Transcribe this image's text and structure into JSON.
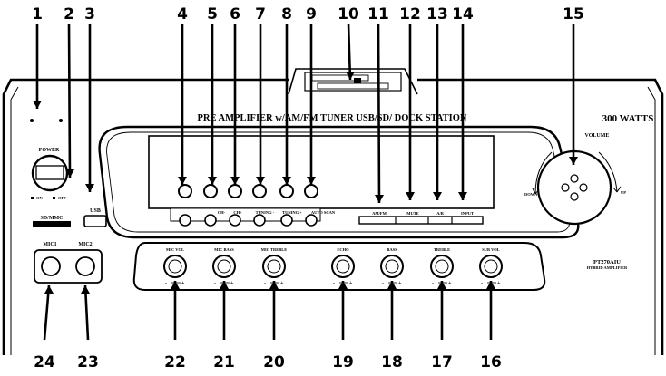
{
  "callouts": {
    "top": [
      "1",
      "2",
      "3",
      "4",
      "5",
      "6",
      "7",
      "8",
      "9",
      "10",
      "11",
      "12",
      "13",
      "14",
      "15"
    ],
    "bottom": [
      "24",
      "23",
      "22",
      "21",
      "20",
      "19",
      "18",
      "17",
      "16"
    ]
  },
  "panel": {
    "heading": "PRE AMPLIFIER w/AM/FM TUNER USB/SD/ DOCK STATION",
    "watts": "300 WATTS",
    "model": "PT270AIU",
    "model_sub": "HYBRID AMPLIFIER",
    "power_label": "POWER",
    "power_on": "ON",
    "power_off": "OFF",
    "sd_label": "SD/MMC",
    "usb_label": "USB",
    "volume_label": "VOLUME",
    "volume_down": "DOWN",
    "volume_up": "UP",
    "transport": [
      "CH-",
      "CH+",
      "TUNING -",
      "TUNING +",
      "AUTO SCAN"
    ],
    "function_buttons": [
      "AM/FM",
      "MUTE",
      "A/B",
      "INPUT"
    ],
    "mics": [
      "MIC1",
      "MIC2"
    ],
    "knobs": [
      "MIC VOL",
      "MIC BASS",
      "MIC TREBLE",
      "ECHO",
      "BASS",
      "TREBLE",
      "SUB VOL"
    ],
    "knob_scale": [
      "-",
      "+"
    ]
  }
}
